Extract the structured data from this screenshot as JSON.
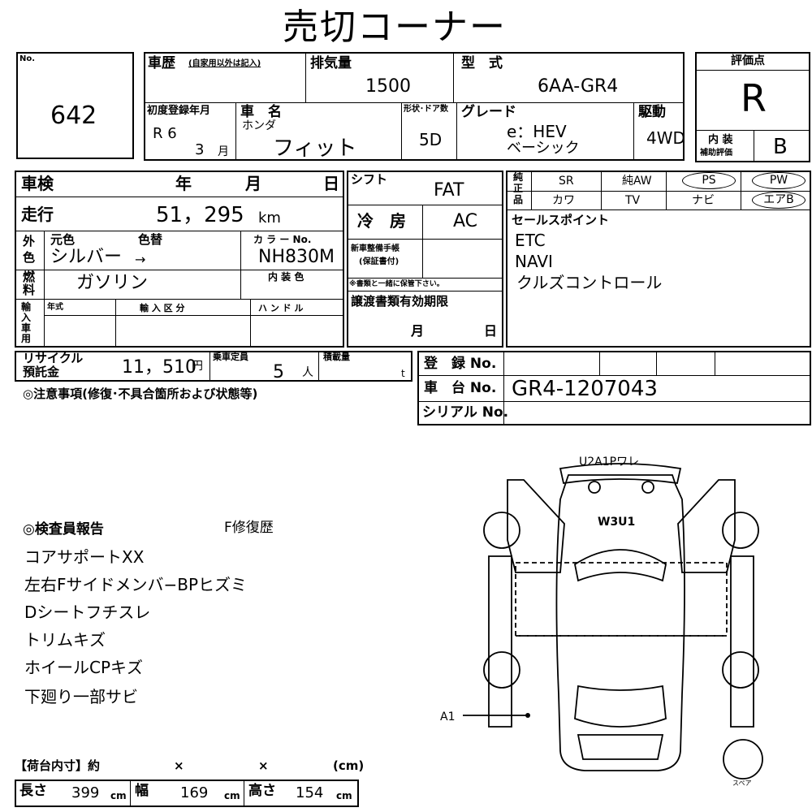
{
  "title": "売切コーナー",
  "lot": {
    "no_label": "No.",
    "number": "642"
  },
  "history": {
    "label": "車歴",
    "note": "(自家用以外は記入)"
  },
  "displacement": {
    "label": "排気量",
    "value": "1500"
  },
  "model": {
    "label": "型　式",
    "value": "6AA-GR4"
  },
  "rating": {
    "label": "評価点",
    "value": "R",
    "interior_label_1": "内 装",
    "interior_label_2": "補助評価",
    "interior_value": "B"
  },
  "first_reg": {
    "label": "初度登録年月",
    "era_year": "R 6",
    "month": "3",
    "month_unit": "月"
  },
  "car_name": {
    "label": "車　名",
    "maker": "ホンダ",
    "name": "フィット"
  },
  "body": {
    "label": "形状･ドア数",
    "value": "5D"
  },
  "grade": {
    "label": "グレード",
    "line1": "e：HEV",
    "line2": "ベーシック"
  },
  "drive": {
    "label": "駆動",
    "value": "4WD"
  },
  "inspection": {
    "label": "車検",
    "year": "年",
    "month": "月",
    "day": "日"
  },
  "shift": {
    "label": "シフト",
    "value": "FAT"
  },
  "equipment": {
    "label1": "純",
    "label2": "正",
    "label3": "品",
    "row1": [
      "SR",
      "純AW",
      "PS",
      "PW"
    ],
    "row2": [
      "カワ",
      "TV",
      "ナビ",
      "エアB"
    ]
  },
  "mileage": {
    "label": "走行",
    "value": "51，295",
    "unit": "km"
  },
  "aircon": {
    "label": "冷　房",
    "value": "AC"
  },
  "sales_points": {
    "label": "セールスポイント",
    "items": [
      "ETC",
      "NAVI",
      "クルズコントロール"
    ]
  },
  "color": {
    "side1": "外",
    "side2": "色",
    "orig_label": "元色",
    "change_label": "色替",
    "orig_value": "シルバー",
    "arrow": "→",
    "code_label": "カ ラ ー No.",
    "code_value": "NH830M"
  },
  "maintenance": {
    "label1": "新車整備手帳",
    "label2": "(保証書付)",
    "note": "※書類と一緒に保管下さい。"
  },
  "fuel": {
    "side1": "燃",
    "side2": "料",
    "value": "ガソリン",
    "interior_color_label": "内 装 色"
  },
  "import": {
    "side": "輸入車用",
    "year_label": "年式",
    "type_label": "輸 入 区 分",
    "handle_label": "ハ ン ド ル"
  },
  "transfer": {
    "label": "譲渡書類有効期限",
    "month": "月",
    "day": "日"
  },
  "recycle": {
    "label1": "リサイクル",
    "label2": "預託金",
    "value": "11，510",
    "unit": "円"
  },
  "capacity": {
    "label": "乗車定員",
    "value": "5",
    "unit": "人"
  },
  "load": {
    "label": "積載量",
    "unit": "t"
  },
  "registration": {
    "label": "登　録 No.",
    "value": ""
  },
  "chassis": {
    "label": "車　台 No.",
    "value": "GR4-1207043"
  },
  "serial": {
    "label": "シリアル No.",
    "value": ""
  },
  "notes_label": "◎注意事項(修復･不具合箇所および状態等)",
  "report": {
    "label": "◎検査員報告",
    "repair": "F修復歴",
    "items": [
      "コアサポートXX",
      "左右Fサイドメンバ−BPヒズミ",
      "Dシートフチスレ",
      "トリムキズ",
      "ホイールCPキズ",
      "下廻り一部サビ"
    ]
  },
  "diagram": {
    "top_label": "U2A1Pワレ",
    "w_label": "W3U1",
    "a_label": "A1",
    "spare": "スペア"
  },
  "cargo": {
    "label": "【荷台内寸】約",
    "x1": "×",
    "x2": "×",
    "unit": "(cm)",
    "length_label": "長さ",
    "length": "399",
    "width_label": "幅",
    "width": "169",
    "height_label": "高さ",
    "height": "154",
    "cm": "cm"
  }
}
